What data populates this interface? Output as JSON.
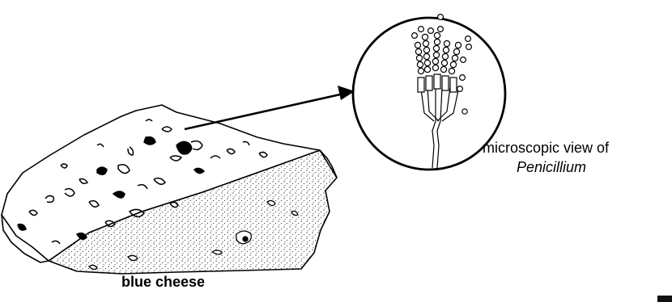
{
  "labels": {
    "cheese": "blue cheese",
    "micro_line1": "microscopic view of",
    "micro_line2": "Penicillium"
  },
  "colors": {
    "ink": "#000000",
    "paper": "#ffffff"
  },
  "icons": {
    "arrow": "arrow-right-icon",
    "cheese": "cheese-wedge-illustration",
    "mold": "penicillium-microscope-illustration"
  }
}
